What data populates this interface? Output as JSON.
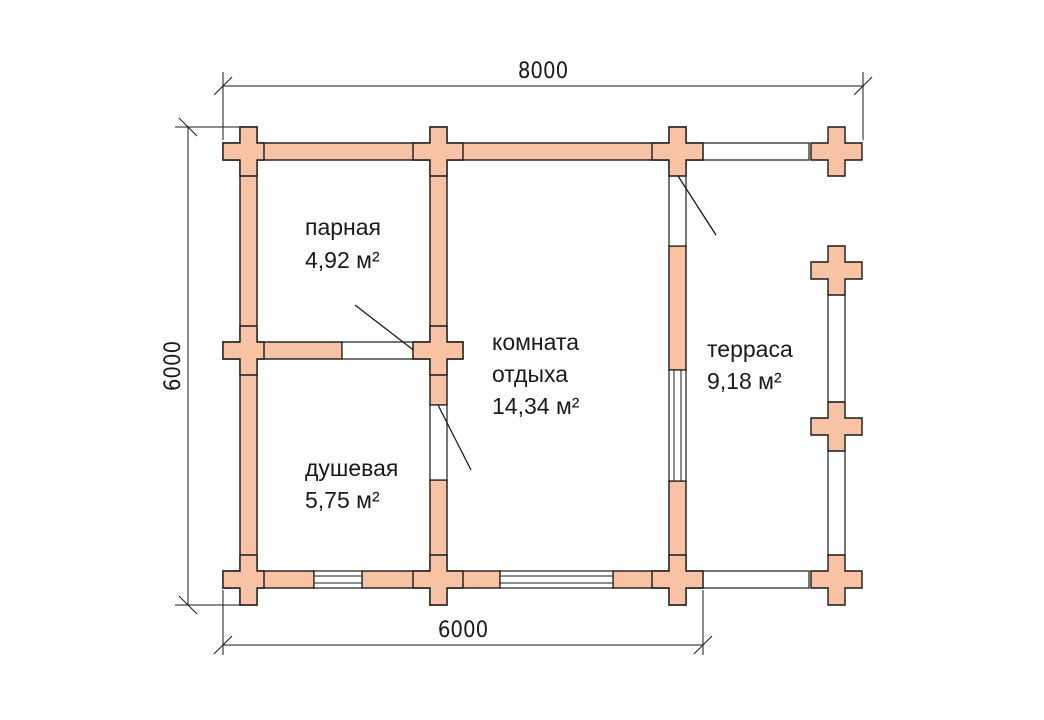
{
  "dimensions": {
    "top": "8000",
    "bottom": "6000",
    "left": "6000"
  },
  "rooms": {
    "steam": {
      "name": "парная",
      "area": "4,92 м²"
    },
    "shower": {
      "name": "душевая",
      "area": "5,75 м²"
    },
    "lounge": {
      "name_line1": "комната",
      "name_line2": "отдыха",
      "area": "14,34 м²"
    },
    "terrace": {
      "name": "терраса",
      "area": "9,18 м²"
    }
  },
  "colors": {
    "wall_fill": "#f8c3a4",
    "line": "#1a1a1a"
  }
}
